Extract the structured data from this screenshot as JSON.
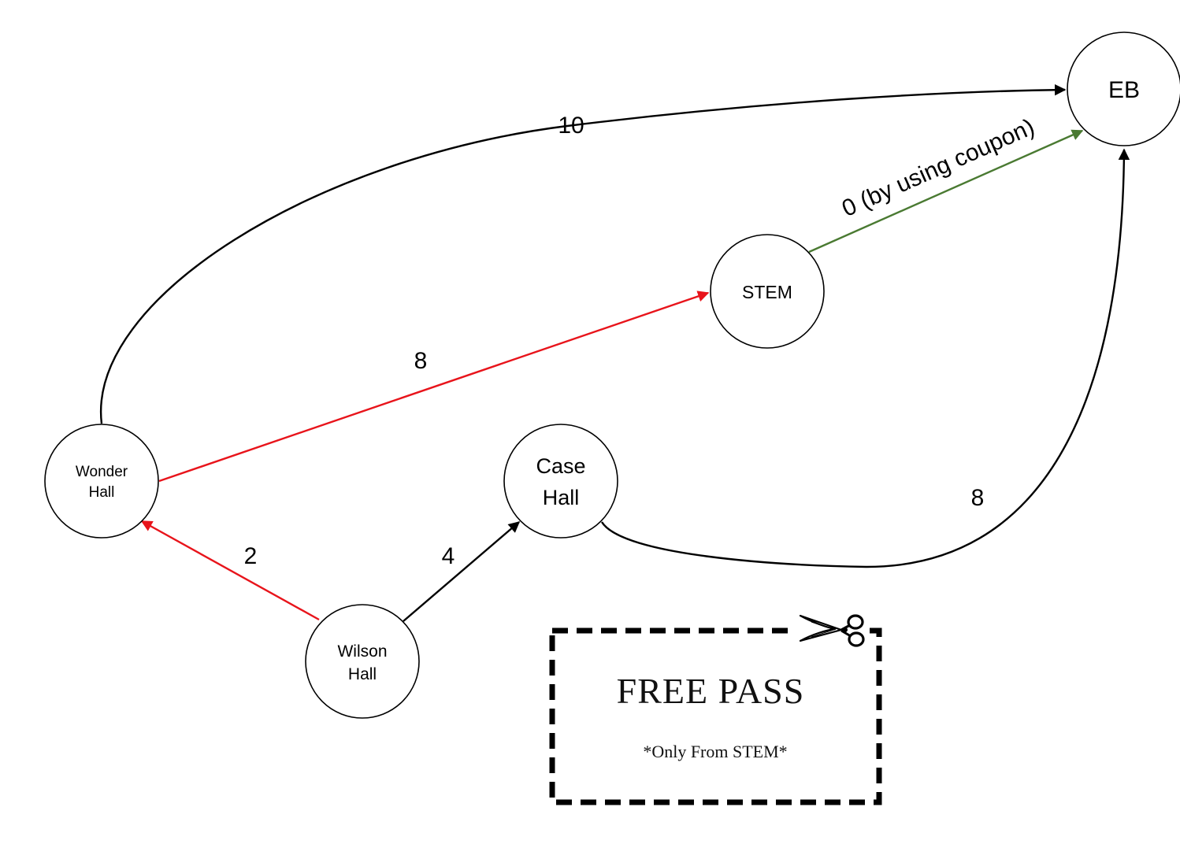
{
  "colors": {
    "default_edge": "#000000",
    "highlight_edge": "#e8141b",
    "coupon_edge": "#4a7a32"
  },
  "nodes": {
    "eb": {
      "lines": [
        "EB"
      ]
    },
    "stem": {
      "lines": [
        "STEM"
      ]
    },
    "wonder_hall": {
      "lines": [
        "Wonder",
        "Hall"
      ]
    },
    "case_hall": {
      "lines": [
        "Case",
        "Hall"
      ]
    },
    "wilson_hall": {
      "lines": [
        "Wilson",
        "Hall"
      ]
    }
  },
  "edges": [
    {
      "from": "Wonder Hall",
      "to": "EB",
      "weight": "10",
      "color": "default"
    },
    {
      "from": "STEM",
      "to": "EB",
      "weight": "0 (by using coupon)",
      "color": "coupon"
    },
    {
      "from": "Wonder Hall",
      "to": "STEM",
      "weight": "8",
      "color": "highlight"
    },
    {
      "from": "Case Hall",
      "to": "EB",
      "weight": "8",
      "color": "default"
    },
    {
      "from": "Wilson Hall",
      "to": "Wonder Hall",
      "weight": "2",
      "color": "highlight"
    },
    {
      "from": "Wilson Hall",
      "to": "Case Hall",
      "weight": "4",
      "color": "default"
    }
  ],
  "coupon": {
    "title": "FREE PASS",
    "note": "*Only From STEM*",
    "icon": "scissors-icon"
  }
}
